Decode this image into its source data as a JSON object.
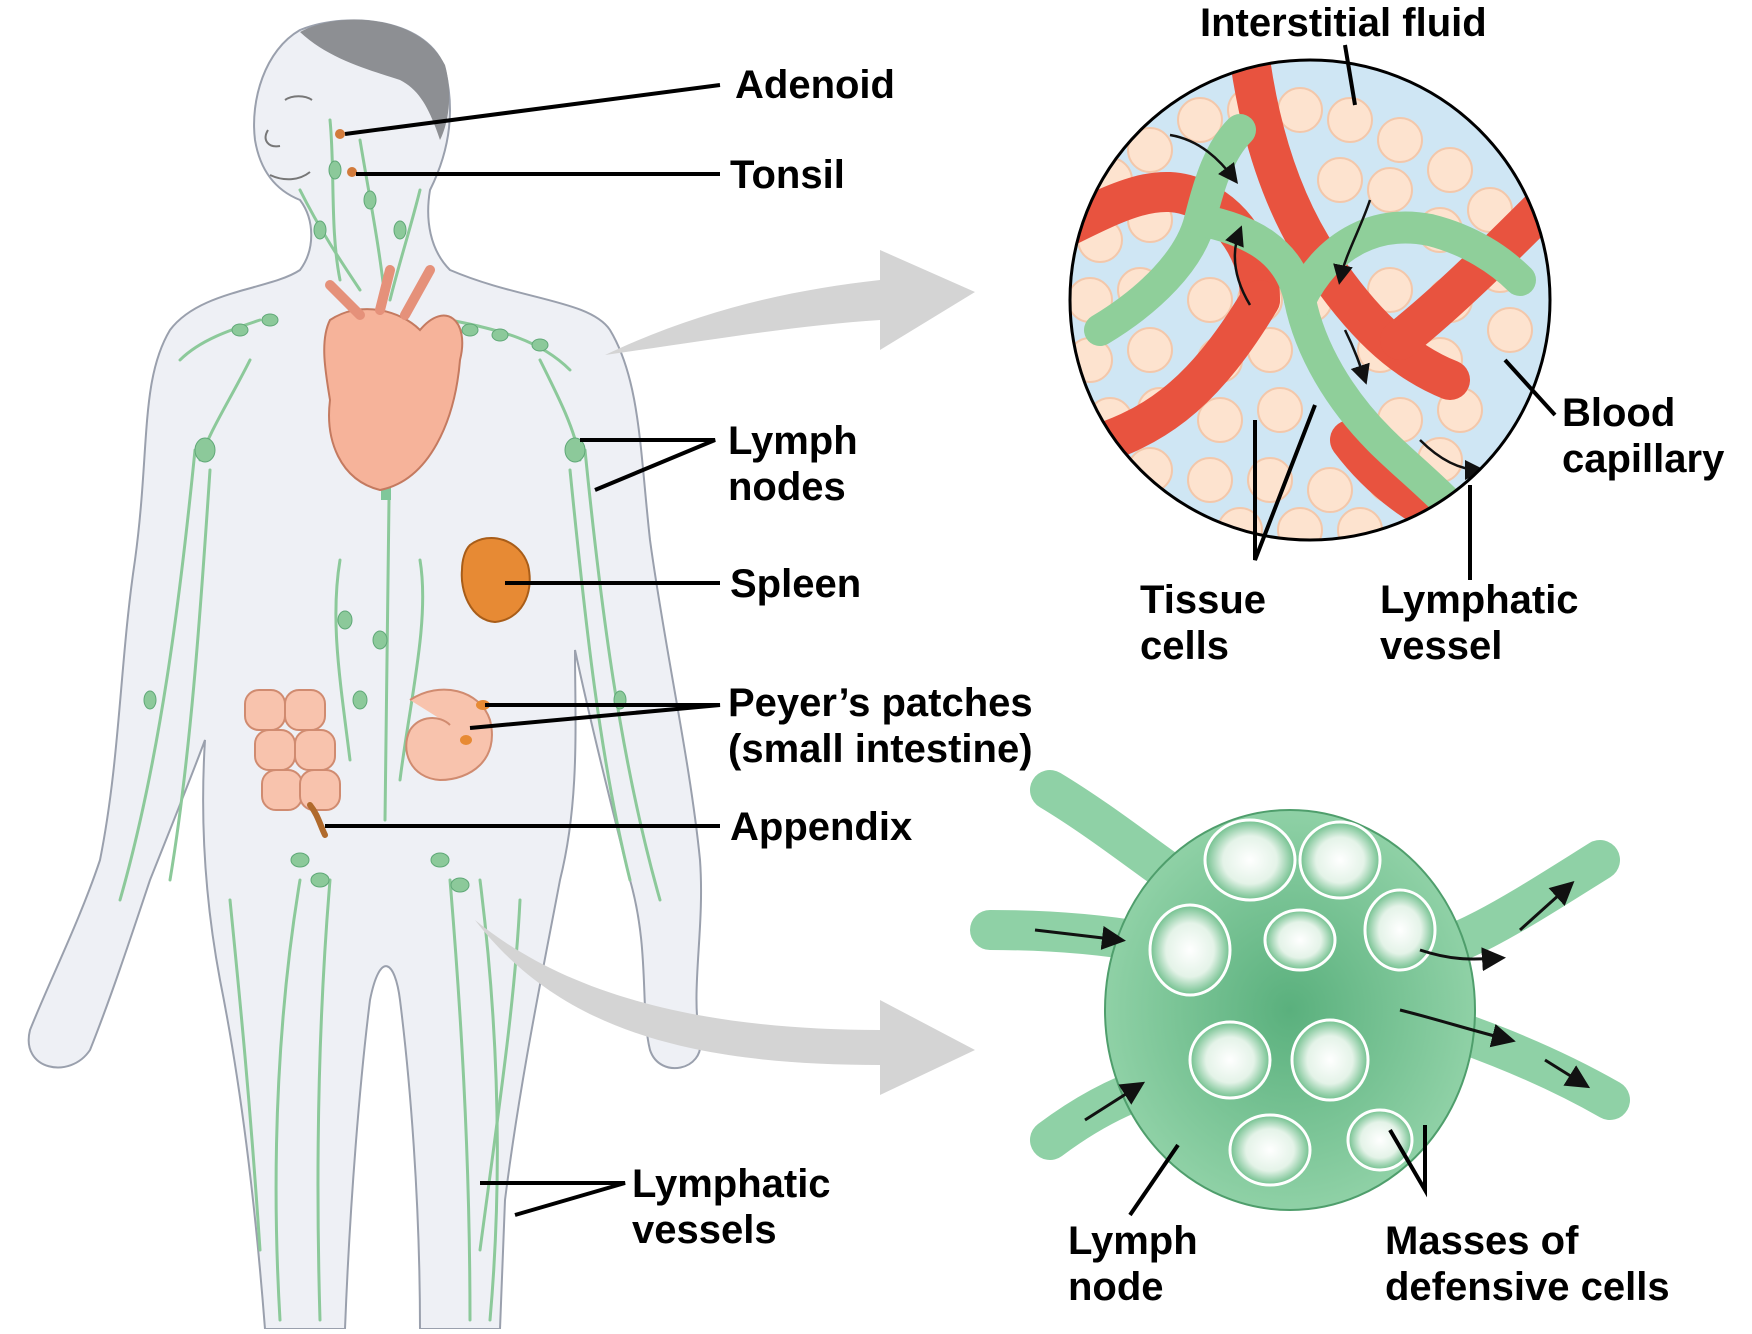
{
  "labels": {
    "adenoid": "Adenoid",
    "tonsil": "Tonsil",
    "lymph_nodes": [
      "Lymph",
      "nodes"
    ],
    "spleen": "Spleen",
    "peyers_patches": [
      "Peyer’s patches",
      "(small intestine)"
    ],
    "appendix": "Appendix",
    "lymphatic_vessels": [
      "Lymphatic",
      "vessels"
    ],
    "interstitial_fluid": "Interstitial fluid",
    "blood_capillary": [
      "Blood",
      "capillary"
    ],
    "tissue_cells": [
      "Tissue",
      "cells"
    ],
    "lymphatic_vessel": [
      "Lymphatic",
      "vessel"
    ],
    "lymph_node": [
      "Lymph",
      "node"
    ],
    "masses_of_defensive_cells": [
      "Masses of",
      "defensive cells"
    ]
  },
  "colors": {
    "lymph_green": "#8cc99a",
    "lymph_green_dark": "#5fa877",
    "node_green": "#7fc79a",
    "body_skin": "#eef0f5",
    "body_outline": "#9aa0ad",
    "blood_red": "#e8533f",
    "tissue_cell": "#fde3cf",
    "interstitial": "#cfe6f4",
    "organ_peach": "#f6b39a",
    "spleen_orange": "#e78a34",
    "arrow_gray": "#cfcfcf",
    "leader_black": "#000000"
  }
}
